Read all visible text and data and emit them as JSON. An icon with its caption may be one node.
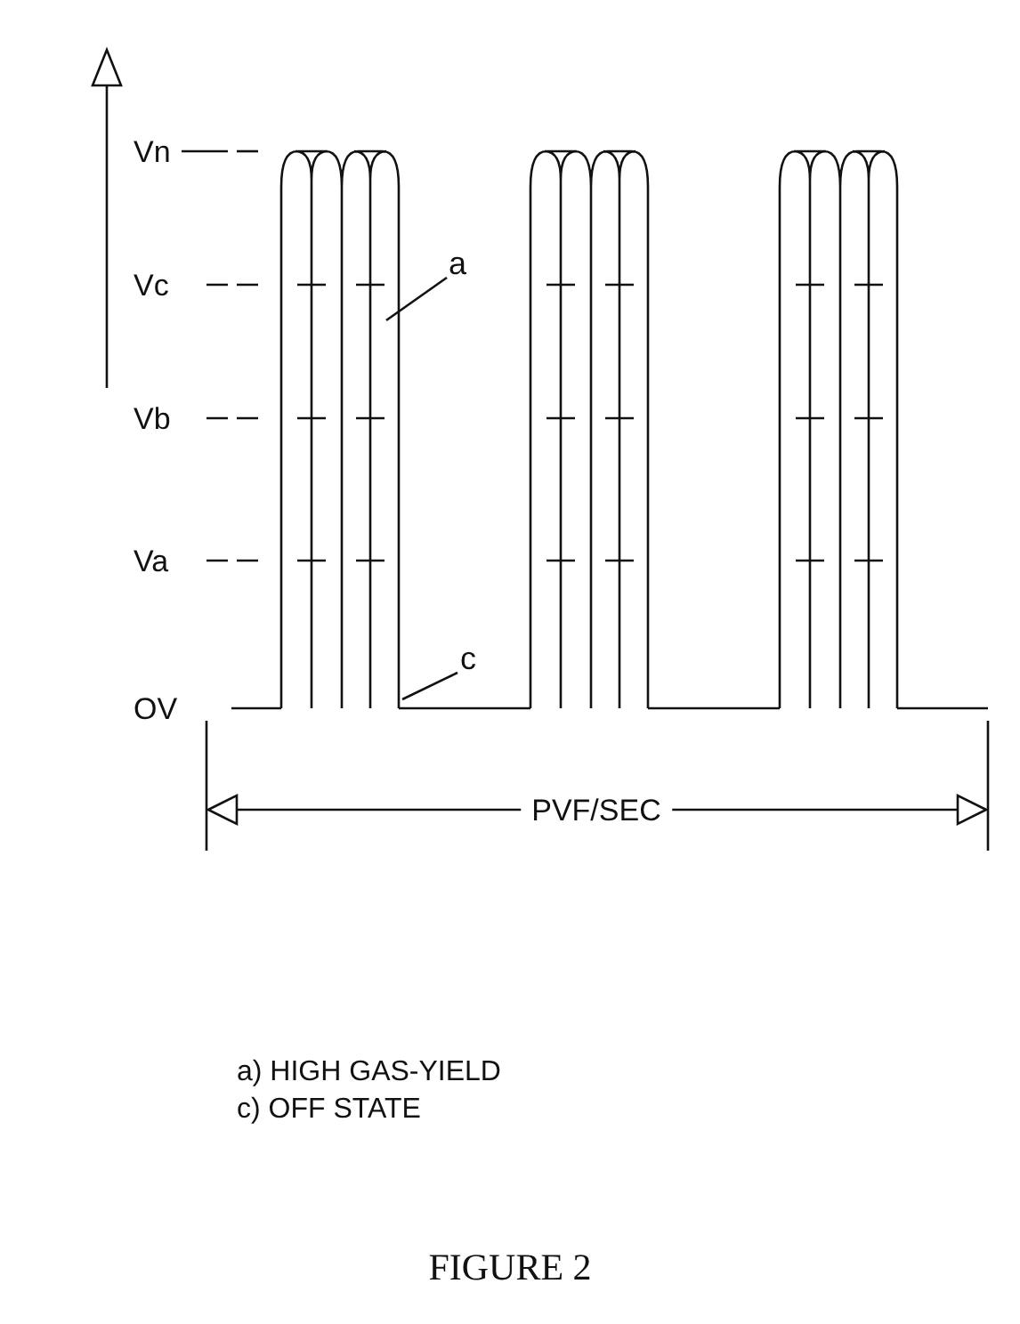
{
  "diagram": {
    "caption": "FIGURE 2",
    "nodes": [
      {
        "text": [
          "a"
        ]
      },
      {
        "text": [
          "c"
        ]
      }
    ],
    "edges": [
      {
        "from": 0,
        "to": null,
        "arrow": "none"
      },
      {
        "from": 1,
        "to": null,
        "arrow": "none"
      }
    ],
    "labels": [
      "Vn",
      "Vc",
      "Vb",
      "Va",
      "OV",
      "PVF/SEC",
      "a) HIGH GAS-YIELD",
      "c) OFF STATE"
    ]
  }
}
